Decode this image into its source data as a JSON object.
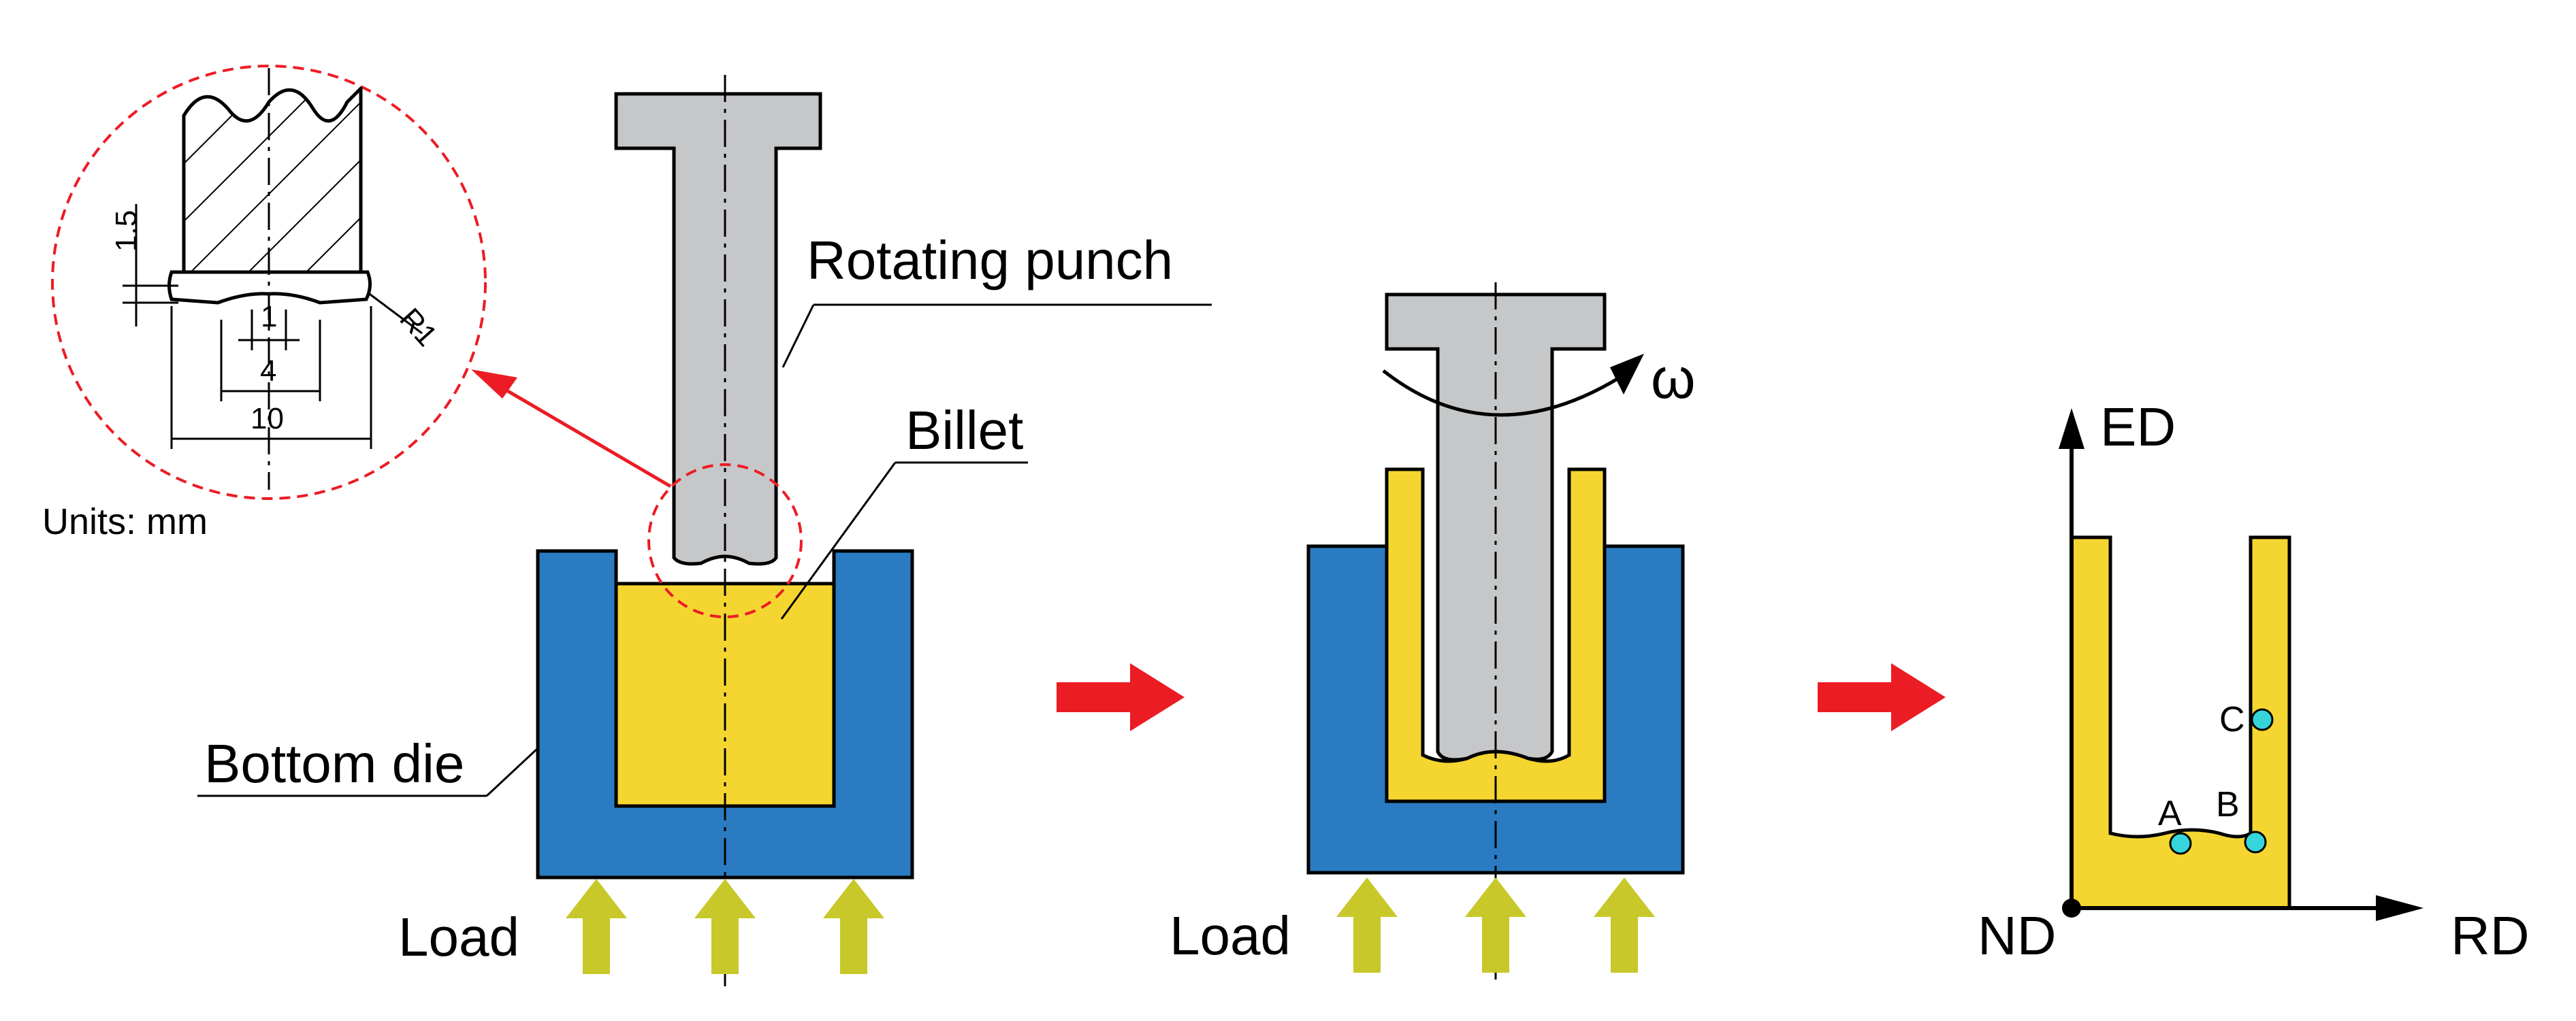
{
  "labels": {
    "rotating_punch": "Rotating punch",
    "billet": "Billet",
    "bottom_die": "Bottom die",
    "load_1": "Load",
    "load_2": "Load",
    "omega": "ω",
    "units": "Units: mm",
    "ed": "ED",
    "rd": "RD",
    "nd": "ND",
    "point_a": "A",
    "point_b": "B",
    "point_c": "C"
  },
  "detail_dimensions": {
    "height": "1.5",
    "inner": "1",
    "middle": "4",
    "outer": "10",
    "radius": "R1"
  },
  "colors": {
    "punch": "#c6c7c9",
    "die": "#2a7bc1",
    "billet": "#f5d631",
    "load_arrow": "#c8c82a",
    "process_arrow": "#ec1c24",
    "sample_point": "#36d5dc"
  }
}
